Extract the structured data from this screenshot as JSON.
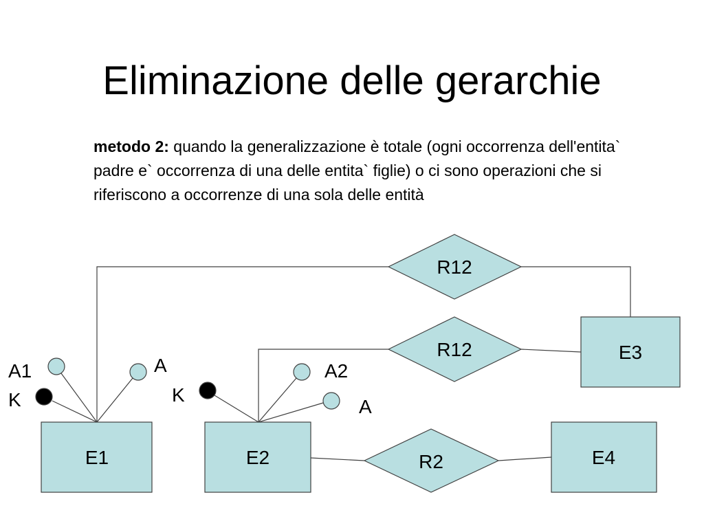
{
  "title": "Eliminazione delle gerarchie",
  "description": {
    "bold": "metodo 2:",
    "text": "quando la generalizzazione è totale (ogni occorrenza dell'entita` padre e` occorrenza di una delle entita` figlie) o ci sono operazioni che si riferiscono a occorrenze di una sola delle entità"
  },
  "colors": {
    "fill": "#b9dfe1",
    "stroke": "#404040",
    "key": "#000000"
  },
  "entities": {
    "e1": "E1",
    "e2": "E2",
    "e3": "E3",
    "e4": "E4"
  },
  "relationships": {
    "r12_top": "R12",
    "r12_mid": "R12",
    "r2": "R2"
  },
  "attributes": {
    "e1_a1": "A1",
    "e1_k": "K",
    "e1_a": "A",
    "e2_k": "K",
    "e2_a2": "A2",
    "e2_a": "A"
  }
}
